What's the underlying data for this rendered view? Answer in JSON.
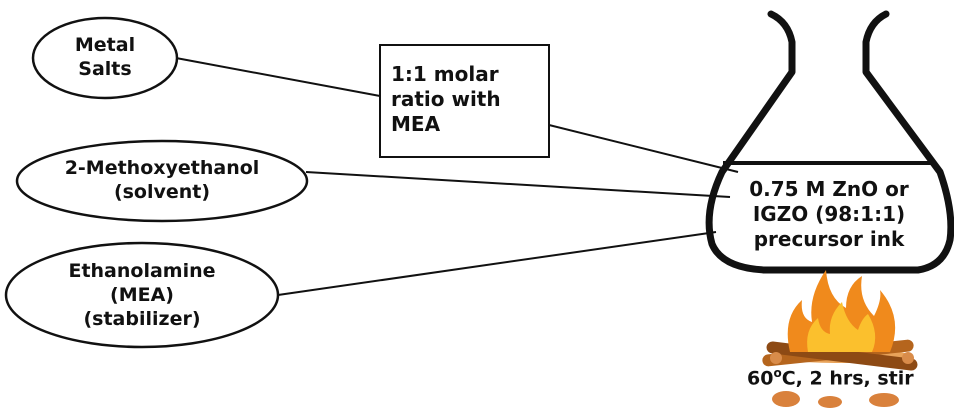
{
  "inputs": {
    "metal_salts": {
      "line1": "Metal",
      "line2": "Salts"
    },
    "solvent": {
      "line1": "2-Methoxyethanol",
      "line2": "(solvent)"
    },
    "stabilizer": {
      "line1": "Ethanolamine",
      "line2": "(MEA)",
      "line3": "(stabilizer)"
    }
  },
  "ratio_box": {
    "line1": "1:1 molar",
    "line2": "ratio with",
    "line3": "MEA"
  },
  "flask": {
    "line1": "0.75 M ZnO or",
    "line2": "IGZO (98:1:1)",
    "line3": "precursor ink"
  },
  "condition": {
    "temp": "60",
    "degree": "o",
    "rest": "C, 2 hrs, stir"
  },
  "colors": {
    "outline": "#111111",
    "flame_outer": "#f08a1c",
    "flame_inner": "#fbc02d",
    "wood": "#b5651d"
  }
}
